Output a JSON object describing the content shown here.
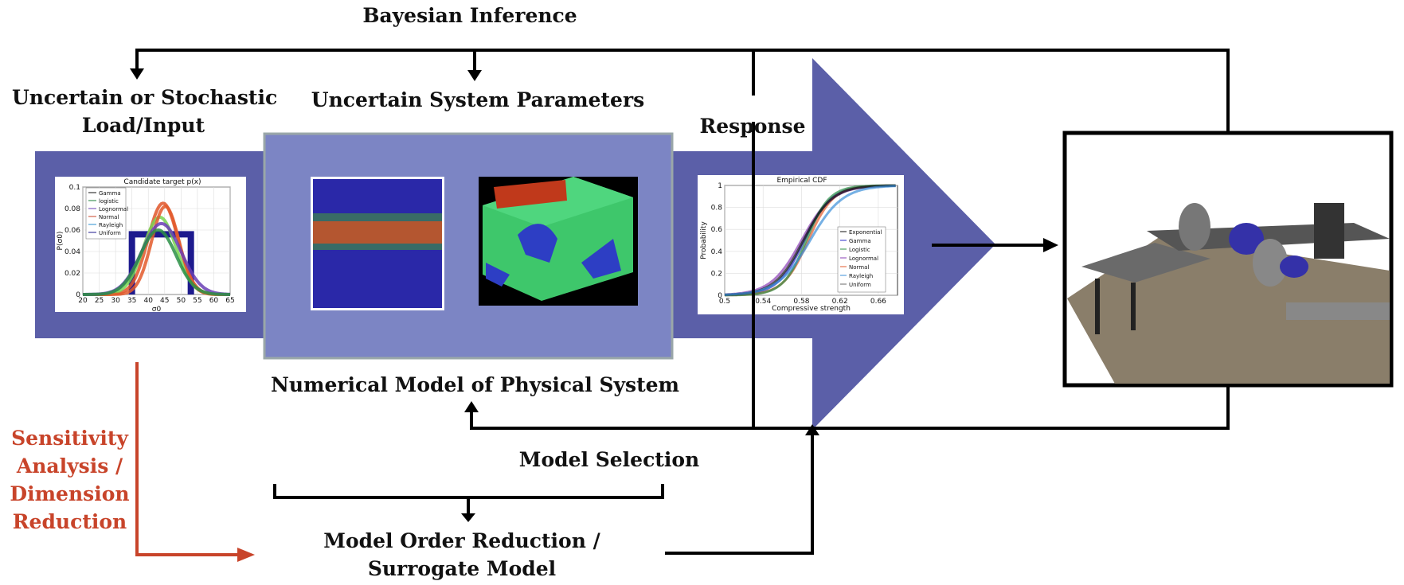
{
  "labels": {
    "bayesian_inference": "Bayesian Inference",
    "uncertain_input_line1": "Uncertain or Stochastic",
    "uncertain_input_line2": "Load/Input",
    "uncertain_params": "Uncertain System Parameters",
    "response": "Response",
    "numerical_model": "Numerical Model of  Physical System",
    "model_selection": "Model Selection",
    "mor_line1": "Model Order Reduction /",
    "mor_line2": "Surrogate Model",
    "sensitivity_line1": "Sensitivity",
    "sensitivity_line2": "Analysis /",
    "sensitivity_line3": "Dimension",
    "sensitivity_line4": "Reduction"
  },
  "colors": {
    "arrow_fill": "#5b5fa8",
    "box_fill": "#7c85c4",
    "box_border": "#9aa7a8",
    "sensitivity_red": "#c8442a",
    "line_black": "#000000"
  },
  "chart_data": [
    {
      "type": "line",
      "title": "Candidate target p(x)",
      "xlabel": "σ0",
      "ylabel": "P(σ0)",
      "xlim": [
        20,
        65
      ],
      "ylim": [
        0,
        0.1
      ],
      "xticks": [
        "20",
        "25",
        "30",
        "35",
        "40",
        "45",
        "50",
        "55",
        "60",
        "65"
      ],
      "yticks": [
        "0",
        "0.02",
        "0.04",
        "0.06",
        "0.08",
        "0.1"
      ],
      "legend": [
        "Gamma",
        "logistic",
        "Lognormal",
        "Normal",
        "Rayleigh",
        "Uniform"
      ],
      "legend_position": "top-left",
      "grid": true
    },
    {
      "type": "line",
      "title": "Empirical CDF",
      "xlabel": "Compressive strength",
      "ylabel": "Probability",
      "xlim": [
        0.5,
        0.68
      ],
      "ylim": [
        0,
        1
      ],
      "xticks": [
        "0.5",
        "0.54",
        "0.58",
        "0.62",
        "0.66"
      ],
      "yticks": [
        "0",
        "0.2",
        "0.4",
        "0.6",
        "0.8",
        "1"
      ],
      "legend": [
        "Exponential",
        "Gamma",
        "Logistic",
        "Lognormal",
        "Normal",
        "Rayleigh",
        "Uniform"
      ],
      "legend_position": "bottom-right",
      "grid": true
    }
  ]
}
